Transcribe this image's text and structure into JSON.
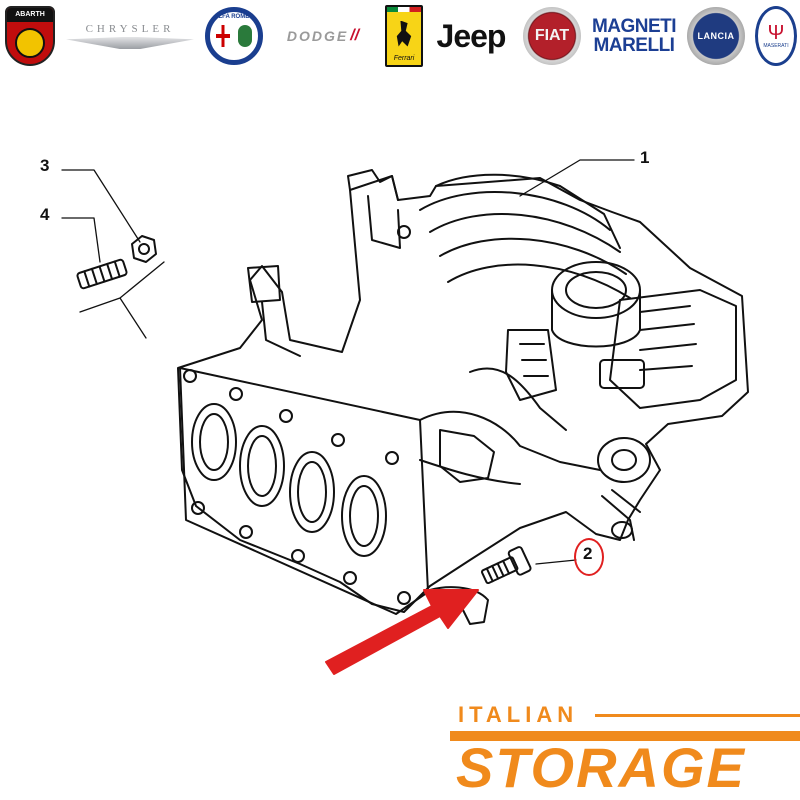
{
  "logos": [
    {
      "name": "abarth",
      "text": "ABARTH"
    },
    {
      "name": "chrysler",
      "text": "CHRYSLER"
    },
    {
      "name": "alfa-romeo",
      "text": "ALFA ROMEO"
    },
    {
      "name": "dodge",
      "text": "DODGE"
    },
    {
      "name": "ferrari",
      "text": "Ferrari"
    },
    {
      "name": "jeep",
      "text": "Jeep"
    },
    {
      "name": "fiat",
      "text": "FIAT"
    },
    {
      "name": "magneti-marelli",
      "text": "MAGNETI MARELLI"
    },
    {
      "name": "lancia",
      "text": "LANCIA"
    },
    {
      "name": "maserati",
      "text": "MASERATI"
    }
  ],
  "diagram": {
    "callouts": [
      "1",
      "2",
      "3",
      "4"
    ],
    "highlighted_callout": "2",
    "arrow_color": "#e02020",
    "line_color": "#111111"
  },
  "brand": {
    "line1": "ITALIAN",
    "line2": "STORAGE",
    "color": "#f08a1c"
  }
}
